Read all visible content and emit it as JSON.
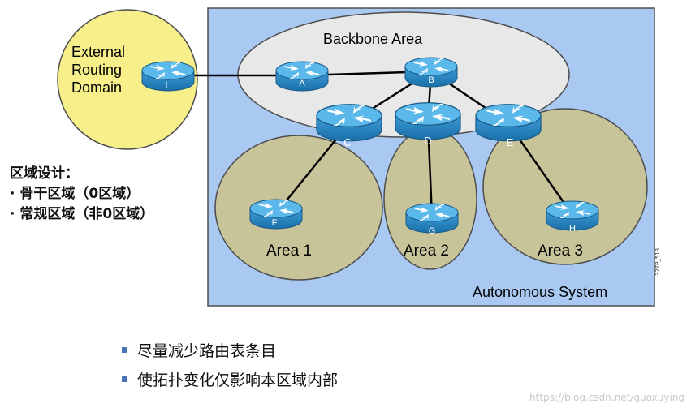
{
  "external_domain": {
    "line1": "External",
    "line2": "Routing",
    "line3": "Domain"
  },
  "areas": {
    "backbone": "Backbone Area",
    "area1": "Area 1",
    "area2": "Area 2",
    "area3": "Area 3",
    "system": "Autonomous System"
  },
  "routers": [
    {
      "id": "router-i",
      "label": "I"
    },
    {
      "id": "router-a",
      "label": "A"
    },
    {
      "id": "router-b",
      "label": "B"
    },
    {
      "id": "router-c",
      "label": "C"
    },
    {
      "id": "router-d",
      "label": "D"
    },
    {
      "id": "router-e",
      "label": "E"
    },
    {
      "id": "router-f",
      "label": "F"
    },
    {
      "id": "router-g",
      "label": "G"
    },
    {
      "id": "router-h",
      "label": "H"
    }
  ],
  "design": {
    "title": "区域设计：",
    "item1": "·  骨干区域（0区域）",
    "item2": "·  常规区域（非0区域）"
  },
  "bullets": [
    "尽量减少路由表条目",
    "使拓扑变化仅影响本区域内部"
  ],
  "side_id": "32TP_513",
  "watermark": "https://blog.csdn.net/guoxuying",
  "colors": {
    "system_fill": "#a9c9f2",
    "system_border": "#4d4d4d",
    "backbone_fill": "#e8e8e8",
    "area_fill": "#c8c49a",
    "external_fill": "#f7f08a",
    "router_body": "#2a8ac8",
    "router_top": "#55b3e6"
  }
}
